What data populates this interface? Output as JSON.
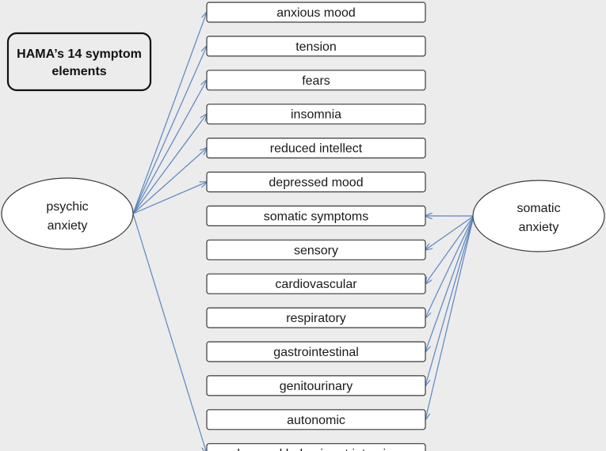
{
  "title": {
    "line1": "HAMA’s 14 symptom",
    "line2": "elements"
  },
  "nodes": {
    "psychic": {
      "line1": "psychic",
      "line2": "anxiety"
    },
    "somatic": {
      "line1": "somatic",
      "line2": "anxiety"
    }
  },
  "symptoms": [
    "anxious mood",
    "tension",
    "fears",
    "insomnia",
    "reduced intellect",
    "depressed mood",
    "somatic symptoms",
    "sensory",
    "cardiovascular",
    "respiratory",
    "gastrointestinal",
    "genitourinary",
    "autonomic",
    "observed behavior at interview"
  ],
  "links": {
    "psychic": [
      0,
      1,
      2,
      3,
      4,
      5,
      13
    ],
    "somatic": [
      6,
      7,
      8,
      9,
      10,
      11,
      12
    ]
  },
  "colors": {
    "arrow": "#5b86c0",
    "background": "#ececec"
  }
}
